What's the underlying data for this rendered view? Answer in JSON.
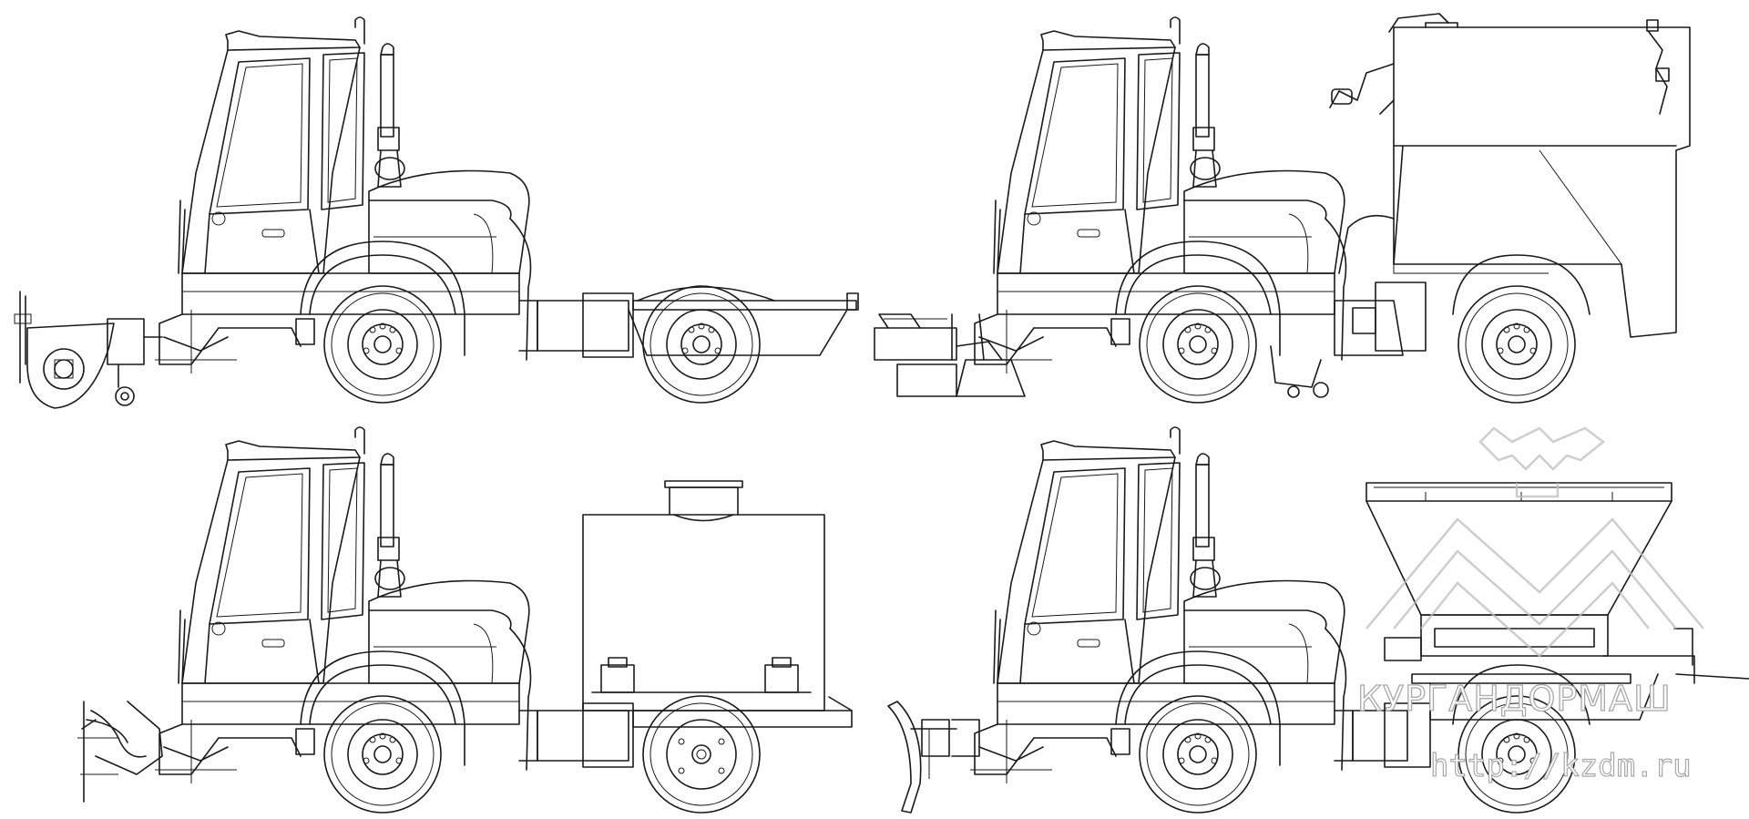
{
  "watermark": {
    "brand": "КУРГАНДОРМАШ",
    "url": "http://kzdm.ru",
    "color": "#a8a8a8"
  },
  "colors": {
    "line": "#1a1a1a",
    "background": "#ffffff"
  },
  "views": [
    {
      "id": "front-brush-flatbed",
      "attachment": "front-brush",
      "body": "flatbed"
    },
    {
      "id": "sweeper-bin",
      "attachment": "front-broom",
      "body": "sweeper-hopper"
    },
    {
      "id": "water-tank",
      "attachment": "snow-plow-small",
      "body": "water-tank"
    },
    {
      "id": "spreader",
      "attachment": "snow-blade",
      "body": "sand-spreader"
    }
  ]
}
